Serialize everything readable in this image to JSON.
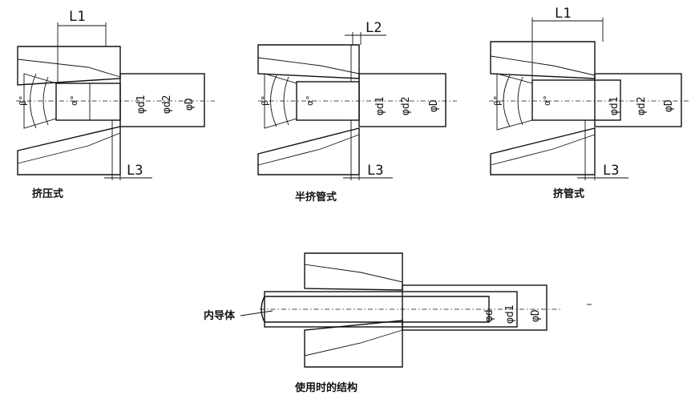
{
  "panels": [
    {
      "id": "pressure",
      "caption": "挤压式",
      "dims": {
        "top": "L1",
        "bottom": "L3"
      },
      "diam_labels": [
        "φd1",
        "φd2",
        "φD"
      ],
      "angle_labels": [
        "β°",
        "α°"
      ]
    },
    {
      "id": "semi-tubing",
      "caption": "半挤管式",
      "dims": {
        "top": "L2",
        "bottom": "L3"
      },
      "diam_labels": [
        "φd1",
        "φd2",
        "φD"
      ],
      "angle_labels": [
        "β°",
        "α°"
      ]
    },
    {
      "id": "tubing",
      "caption": "挤管式",
      "dims": {
        "top": "L1",
        "bottom": "L3"
      },
      "diam_labels": [
        "φd1",
        "φd2",
        "φD"
      ],
      "angle_labels": [
        "β°",
        "α°"
      ]
    }
  ],
  "usage": {
    "caption": "使用时的结构",
    "conductor_label": "内导体",
    "diam_labels": [
      "φd",
      "φd1",
      "φD"
    ]
  },
  "colors": {
    "line": "#111111",
    "background": "#ffffff"
  }
}
